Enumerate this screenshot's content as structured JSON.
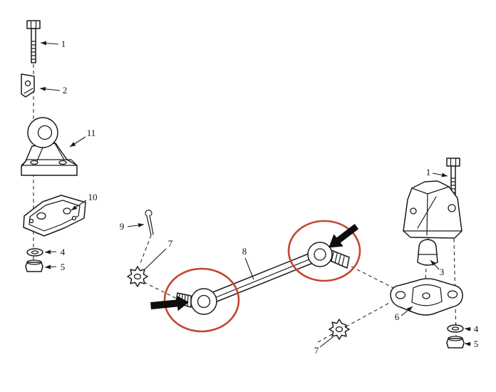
{
  "diagram": {
    "type": "exploded-parts-diagram",
    "background": "#ffffff",
    "line_color": "#1a1a1a",
    "highlight_color": "#c2472e",
    "arrow_color": "#0d0d0d",
    "callouts": [
      {
        "part": "hex-bolt-left",
        "label": "1"
      },
      {
        "part": "clip-bracket",
        "label": "2"
      },
      {
        "part": "pivot-bracket",
        "label": "11"
      },
      {
        "part": "mounting-plate",
        "label": "10"
      },
      {
        "part": "washer-left",
        "label": "4"
      },
      {
        "part": "nut-left",
        "label": "5"
      },
      {
        "part": "cotter-pin",
        "label": "9"
      },
      {
        "part": "castellated-nut-upper",
        "label": "7"
      },
      {
        "part": "torque-rod",
        "label": "8"
      },
      {
        "part": "castellated-nut-lower",
        "label": "7"
      },
      {
        "part": "hex-bolt-right",
        "label": "1"
      },
      {
        "part": "rubber-bushing",
        "label": "3"
      },
      {
        "part": "support-bracket",
        "label": "6"
      },
      {
        "part": "washer-right",
        "label": "4"
      },
      {
        "part": "nut-right",
        "label": "5"
      }
    ],
    "highlights": [
      {
        "name": "left-rod-end-circle-with-arrow"
      },
      {
        "name": "right-rod-end-circle-with-arrow"
      }
    ]
  }
}
